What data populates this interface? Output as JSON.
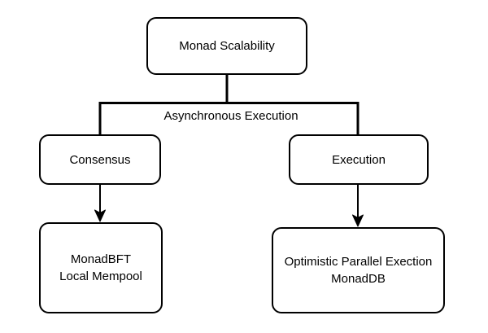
{
  "diagram": {
    "background": "#ffffff",
    "node_fill": "#ffffff",
    "stroke_color": "#000000",
    "text_color": "#000000",
    "nodes": {
      "root": {
        "label": "Monad Scalability"
      },
      "consensus": {
        "label": "Consensus"
      },
      "execution": {
        "label": "Execution"
      },
      "monadbft": {
        "line1": "MonadBFT",
        "line2": "Local Mempool"
      },
      "optimistic": {
        "line1": "Optimistic Parallel Exection",
        "line2": "MonadDB"
      }
    },
    "edge_label": "Asynchronous Execution"
  }
}
